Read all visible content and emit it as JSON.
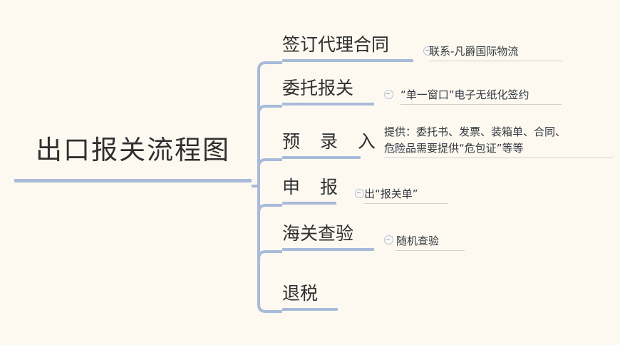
{
  "diagram": {
    "type": "mindmap",
    "title": "出口报关流程图",
    "background_color": "#fdf9f1",
    "accent_color": "#a8bada",
    "text_color": "#2f2f2f",
    "root": {
      "label": "出口报关流程图"
    },
    "toggle_icon": "collapse-minus-icon",
    "branches": [
      {
        "label": "签订代理合同",
        "has_toggle": true,
        "children": [
          {
            "lines": [
              "联系-凡爵国际物流"
            ]
          }
        ]
      },
      {
        "label": "委托报关",
        "has_toggle": true,
        "children": [
          {
            "lines": [
              "“单一窗口”电子无纸化签约"
            ]
          }
        ]
      },
      {
        "label": "预 录 入",
        "has_toggle": true,
        "children": [
          {
            "lines": [
              "提供：委托书、发票、装箱单、合同、",
              "危险品需要提供“危包证”等等"
            ]
          }
        ]
      },
      {
        "label": "申 报",
        "has_toggle": true,
        "children": [
          {
            "lines": [
              "出“报关单”"
            ]
          }
        ]
      },
      {
        "label": "海关查验",
        "has_toggle": true,
        "children": [
          {
            "lines": [
              "随机查验"
            ]
          }
        ]
      },
      {
        "label": "退税",
        "has_toggle": false,
        "children": []
      }
    ]
  }
}
